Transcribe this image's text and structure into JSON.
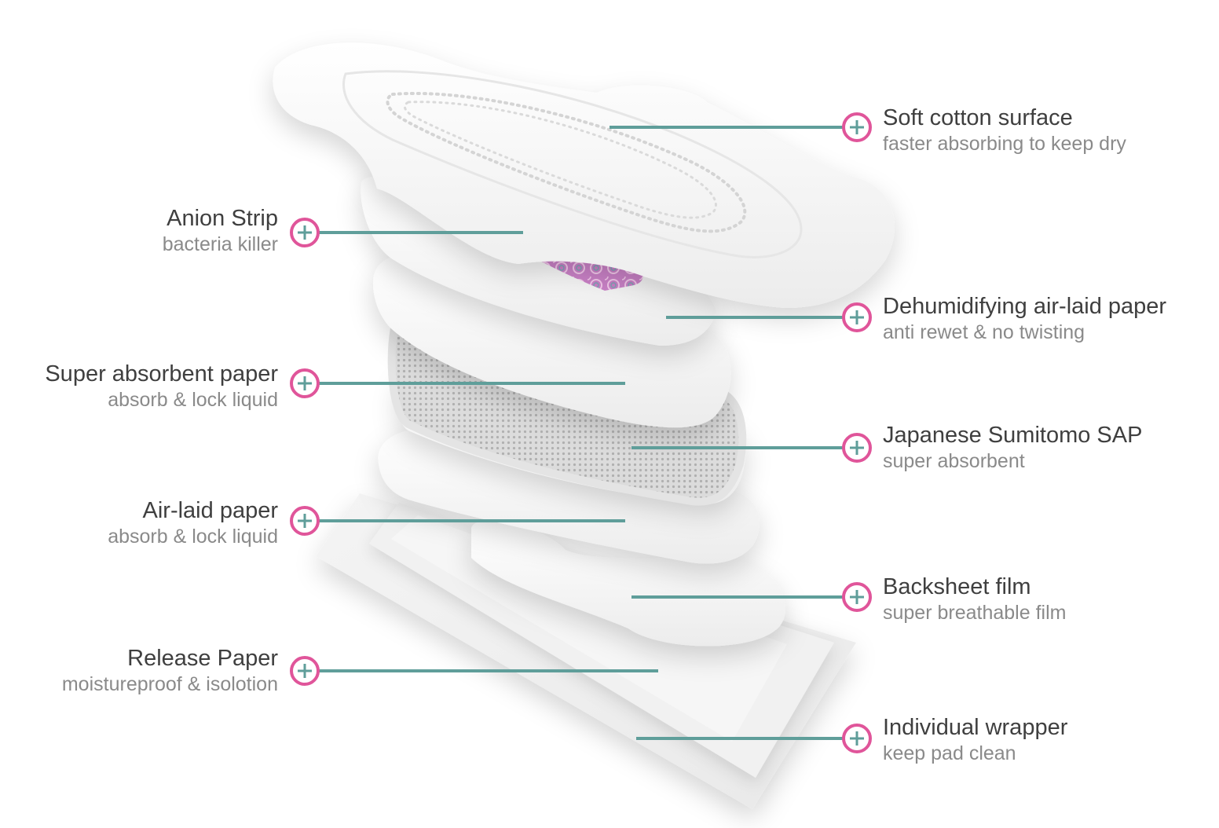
{
  "colors": {
    "leader_line": "#5f9e9a",
    "plus_ring": "#e0559a",
    "plus_sign": "#5f9e9a",
    "title_text": "#3f3f3f",
    "subtitle_text": "#8a8a8a",
    "anion_strip": "#cf86c8"
  },
  "icons": {
    "marker": "plus-circle-icon"
  },
  "layers": [
    {
      "id": "soft-cotton-surface",
      "title": "Soft cotton surface",
      "subtitle": "faster absorbing to keep dry",
      "side": "right"
    },
    {
      "id": "anion-strip",
      "title": "Anion Strip",
      "subtitle": "bacteria killer",
      "side": "left"
    },
    {
      "id": "dehumidifying-air-laid-paper",
      "title": "Dehumidifying air-laid paper",
      "subtitle": "anti rewet & no twisting",
      "side": "right"
    },
    {
      "id": "super-absorbent-paper",
      "title": "Super absorbent paper",
      "subtitle": "absorb & lock liquid",
      "side": "left"
    },
    {
      "id": "japanese-sumitomo-sap",
      "title": "Japanese Sumitomo SAP",
      "subtitle": "super absorbent",
      "side": "right"
    },
    {
      "id": "air-laid-paper",
      "title": "Air-laid paper",
      "subtitle": "absorb & lock liquid",
      "side": "left"
    },
    {
      "id": "backsheet-film",
      "title": "Backsheet film",
      "subtitle": "super breathable film",
      "side": "right"
    },
    {
      "id": "release-paper",
      "title": "Release Paper",
      "subtitle": "moistureproof & isolotion",
      "side": "left"
    },
    {
      "id": "individual-wrapper",
      "title": "Individual wrapper",
      "subtitle": "keep pad clean",
      "side": "right"
    }
  ]
}
